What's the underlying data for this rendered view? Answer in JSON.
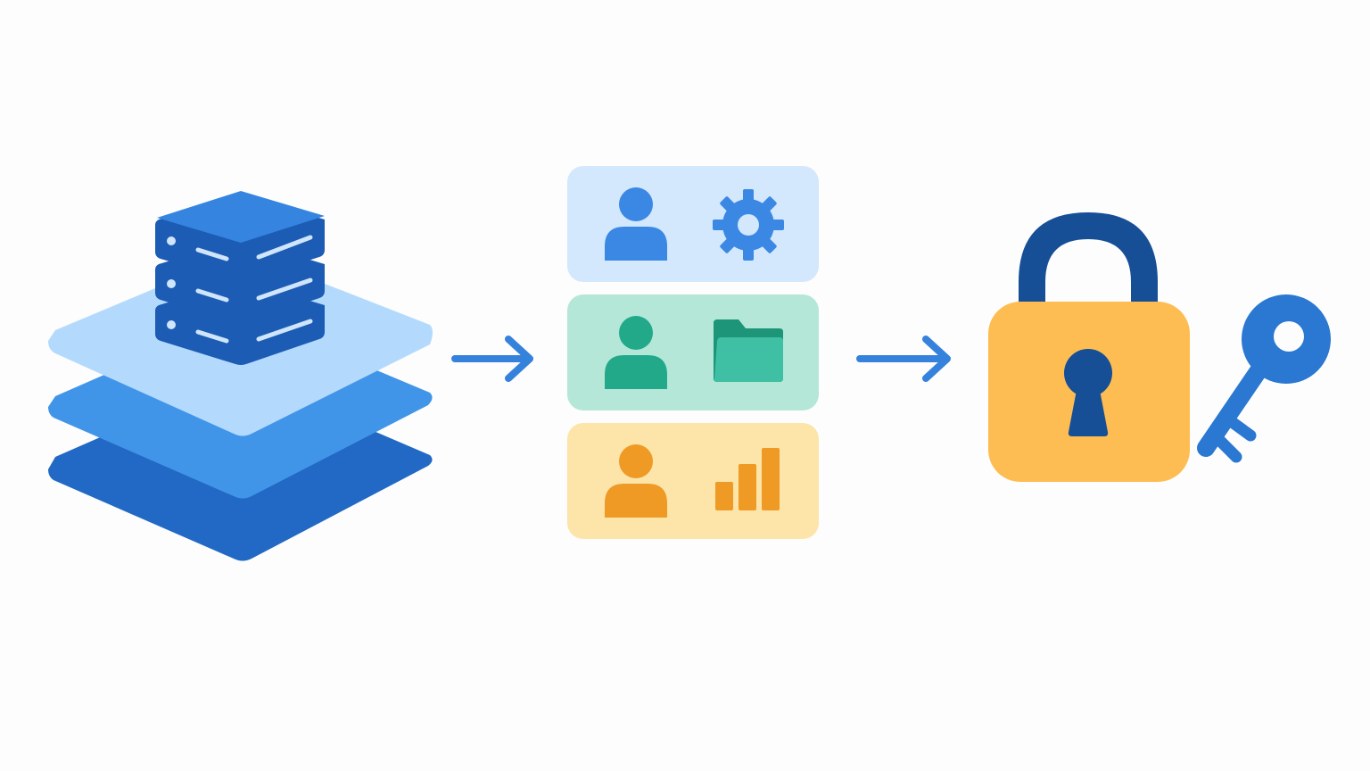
{
  "diagram": {
    "flow": [
      "database-stack",
      "role-access-panels",
      "padlock-with-key"
    ],
    "icons": {
      "source": "layered-database-server-icon",
      "connector": "arrow-right-icon",
      "roles": [
        {
          "person": "person-icon",
          "resource": "gear-icon"
        },
        {
          "person": "person-icon",
          "resource": "folder-icon"
        },
        {
          "person": "person-icon",
          "resource": "bar-chart-icon"
        }
      ],
      "target": "padlock-icon",
      "key": "key-icon"
    },
    "colors": {
      "background": "#fdfdfd",
      "layer_light": "#b3dafd",
      "layer_mid": "#4195e8",
      "layer_dark": "#2169c4",
      "server_top": "#3585e0",
      "server_body": "#1c5cb4",
      "server_detail": "#cfe5fb",
      "arrow": "#3582dd",
      "panel_blue": "#d3e7fd",
      "icon_blue": "#3a88e4",
      "panel_green": "#b4e7d8",
      "icon_green": "#21a98a",
      "panel_yellow": "#fde4a8",
      "icon_orange": "#ee9a25",
      "lock_body": "#fdbd52",
      "lock_shackle": "#164f96",
      "keyhole": "#164f96",
      "key": "#2a78d2"
    }
  }
}
